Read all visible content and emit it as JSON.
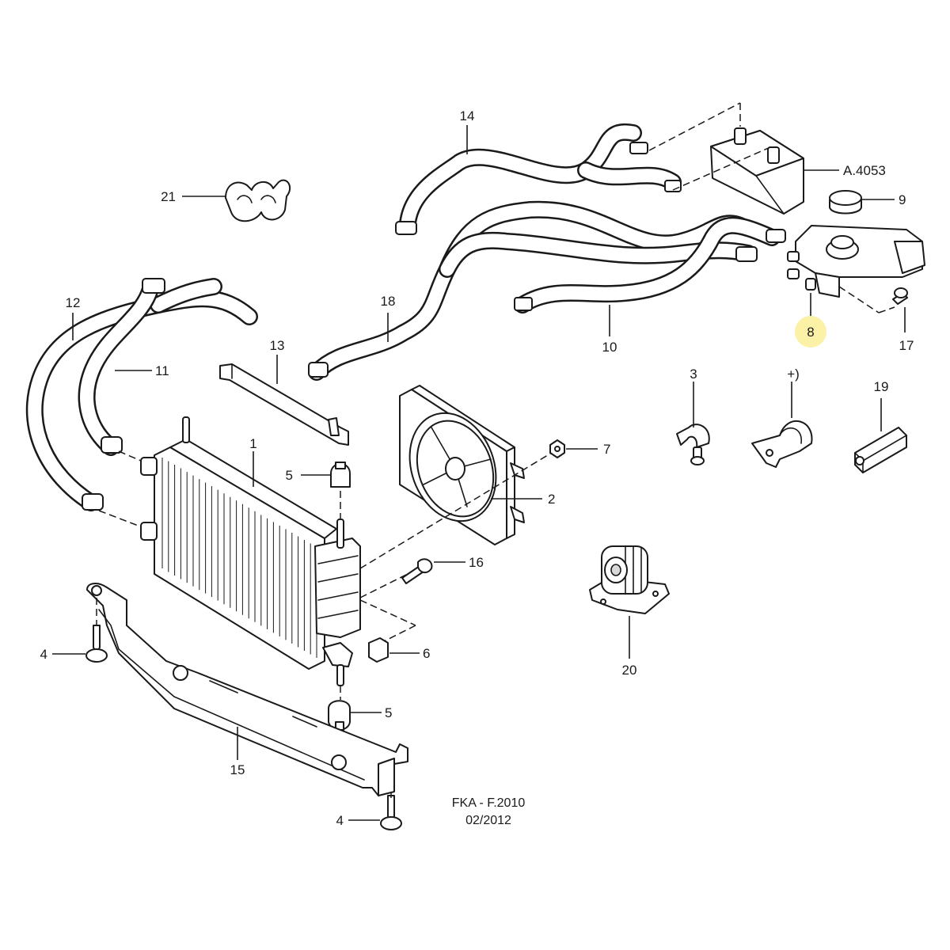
{
  "callouts": {
    "c1": "1",
    "c2": "2",
    "c3": "3",
    "c4a": "4",
    "c4b": "4",
    "c5a": "5",
    "c5b": "5",
    "c6": "6",
    "c7": "7",
    "c8": "8",
    "c9": "9",
    "c10": "10",
    "c11": "11",
    "c12": "12",
    "c13": "13",
    "c14": "14",
    "c15": "15",
    "c16": "16",
    "c17": "17",
    "c18": "18",
    "c19": "19",
    "c20": "20",
    "c21": "21",
    "a4053": "A.4053",
    "plus": "+)"
  },
  "footer": {
    "line1": "FKA - F.2010",
    "line2": "02/2012"
  },
  "colors": {
    "ink": "#1a1a1a",
    "highlight": "#fbf2a8"
  },
  "highlighted_callout": "8"
}
